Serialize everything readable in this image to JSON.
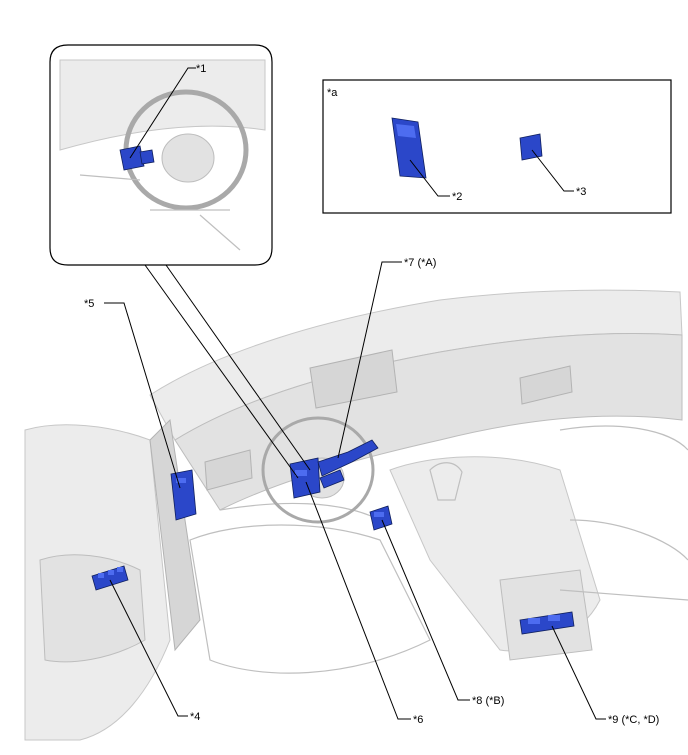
{
  "diagram": {
    "inset_label": "*a",
    "callouts": {
      "c1": "*1",
      "c2": "*2",
      "c3": "*3",
      "c4": "*4",
      "c5": "*5",
      "c6": "*6",
      "c7": "*7 (*A)",
      "c8": "*8 (*B)",
      "c9": "*9 (*C, *D)"
    },
    "colors": {
      "part": "#2b47c9",
      "part_highlight": "#4d6cf0",
      "interior_gray": "#e2e2e2",
      "outline": "#000000"
    }
  }
}
